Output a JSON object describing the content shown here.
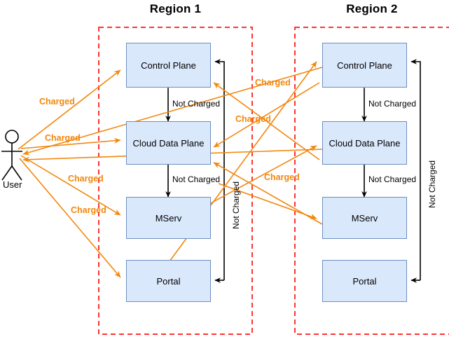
{
  "diagram": {
    "title_visible": false,
    "colors": {
      "node_fill": "#dae8fc",
      "node_stroke": "#6c8ebf",
      "region_boundary": "#ff3333",
      "charged_arrow": "#f2870d",
      "not_charged_arrow": "#000000",
      "text": "#000000"
    },
    "actor": {
      "name": "user-actor",
      "label": "User"
    },
    "regions": [
      {
        "id": "region-1",
        "title": "Region 1",
        "nodes": [
          {
            "id": "r1-control-plane",
            "label": "Control Plane"
          },
          {
            "id": "r1-cloud-data-plane",
            "label": "Cloud Data Plane"
          },
          {
            "id": "r1-mserv",
            "label": "MServ"
          },
          {
            "id": "r1-portal",
            "label": "Portal"
          }
        ],
        "internal_edges": [
          {
            "from": "r1-control-plane",
            "to": "r1-cloud-data-plane",
            "label": "Not Charged",
            "style": "bidirectional-black"
          },
          {
            "from": "r1-cloud-data-plane",
            "to": "r1-mserv",
            "label": "Not Charged",
            "style": "bidirectional-black"
          },
          {
            "from": "r1-portal",
            "to": "r1-control-plane",
            "label": "Not Charged",
            "style": "directed-black"
          }
        ]
      },
      {
        "id": "region-2",
        "title": "Region 2",
        "nodes": [
          {
            "id": "r2-control-plane",
            "label": "Control Plane"
          },
          {
            "id": "r2-cloud-data-plane",
            "label": "Cloud Data Plane"
          },
          {
            "id": "r2-mserv",
            "label": "MServ"
          },
          {
            "id": "r2-portal",
            "label": "Portal"
          }
        ],
        "internal_edges": [
          {
            "from": "r2-control-plane",
            "to": "r2-cloud-data-plane",
            "label": "Not Charged",
            "style": "bidirectional-black"
          },
          {
            "from": "r2-cloud-data-plane",
            "to": "r2-mserv",
            "label": "Not Charged",
            "style": "bidirectional-black"
          },
          {
            "from": "r2-portal",
            "to": "r2-control-plane",
            "label": "Not Charged",
            "style": "directed-black"
          }
        ]
      }
    ],
    "charged_edges": [
      {
        "id": "charged-user-r1-control-plane",
        "from": "user-actor",
        "to": "r1-control-plane",
        "label": "Charged"
      },
      {
        "id": "charged-user-r1-cloud-data-plane",
        "from": "user-actor",
        "to": "r1-cloud-data-plane",
        "label": "Charged"
      },
      {
        "id": "charged-user-r1-mserv",
        "from": "user-actor",
        "to": "r1-mserv",
        "label": "Charged"
      },
      {
        "id": "charged-user-r1-portal",
        "from": "user-actor",
        "to": "r1-portal",
        "label": "Charged"
      },
      {
        "id": "charged-r2-control-plane-user",
        "from": "r2-control-plane",
        "to": "user-actor",
        "label": "Charged"
      },
      {
        "id": "charged-r2-cloud-data-plane-user",
        "from": "r2-cloud-data-plane",
        "to": "user-actor",
        "label": "Charged"
      },
      {
        "id": "charged-user-r2-control-plane",
        "from": "user-actor",
        "to": "r2-control-plane",
        "label": "Charged"
      },
      {
        "id": "charged-user-r2-cloud-data-plane",
        "from": "user-actor",
        "to": "r2-cloud-data-plane",
        "label": "Charged"
      }
    ],
    "labels": {
      "region1_title": "Region 1",
      "region2_title": "Region 2",
      "user": "User",
      "charged": "Charged",
      "not_charged": "Not Charged"
    }
  }
}
